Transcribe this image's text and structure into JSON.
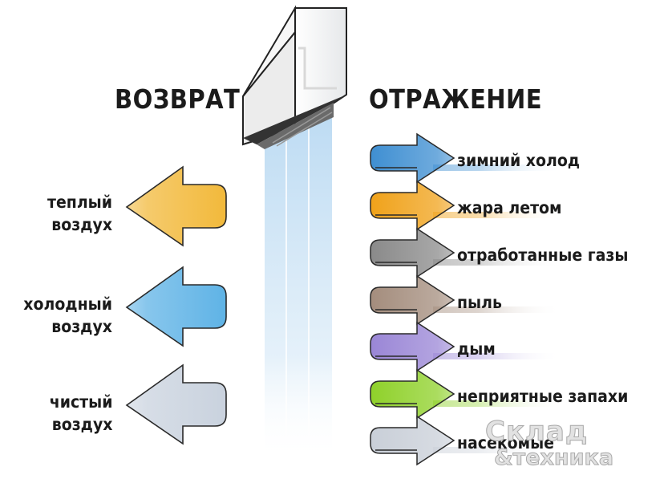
{
  "headings": {
    "return": "ВОЗВРАТ",
    "reflection": "ОТРАЖЕНИЕ"
  },
  "returned": [
    {
      "line1": "теплый",
      "line2": "воздух",
      "color": "#f2b93b"
    },
    {
      "line1": "холодный",
      "line2": "воздух",
      "color": "#5fb3e6"
    },
    {
      "line1": "чистый",
      "line2": "воздух",
      "color": "#c9d2de"
    }
  ],
  "reflected": [
    {
      "label": "зимний холод",
      "color": "#3f8fd2"
    },
    {
      "label": "жара летом",
      "color": "#f0a21a"
    },
    {
      "label": "отработанные газы",
      "color": "#8a8a8a"
    },
    {
      "label": "пыль",
      "color": "#a48d7d"
    },
    {
      "label": "дым",
      "color": "#9a86d6"
    },
    {
      "label": "неприятные запахи",
      "color": "#8fd12a"
    },
    {
      "label": "насекомые",
      "color": "#c9cfd8"
    }
  ],
  "watermark": {
    "line1": "Склад",
    "line2": "&техника"
  }
}
